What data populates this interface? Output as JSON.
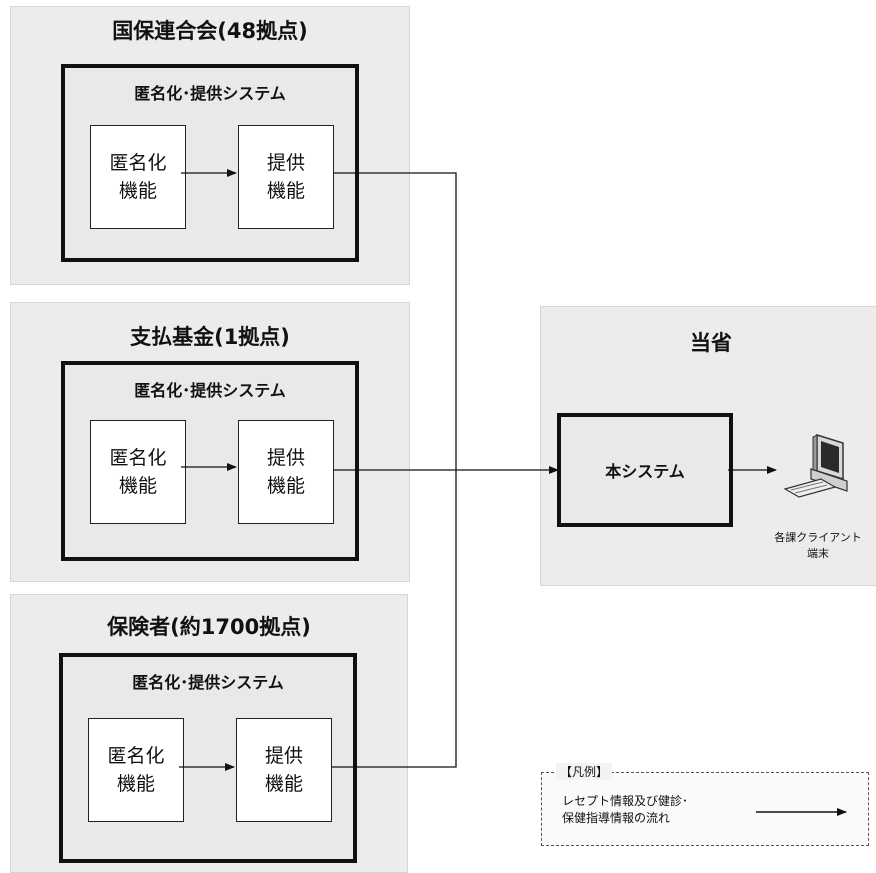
{
  "panels": [
    {
      "title": "国保連合会(48拠点)",
      "system": {
        "title": "匿名化･提供システム",
        "anon": [
          "匿名化",
          "機能"
        ],
        "provide": [
          "提供",
          "機能"
        ]
      }
    },
    {
      "title": "支払基金(1拠点)",
      "system": {
        "title": "匿名化･提供システム",
        "anon": [
          "匿名化",
          "機能"
        ],
        "provide": [
          "提供",
          "機能"
        ]
      }
    },
    {
      "title": "保険者(約1700拠点)",
      "system": {
        "title": "匿名化･提供システム",
        "anon": [
          "匿名化",
          "機能"
        ],
        "provide": [
          "提供",
          "機能"
        ]
      }
    }
  ],
  "ministry": {
    "title": "当省",
    "main_system": "本システム",
    "client_label": [
      "各課クライアント",
      "端末"
    ],
    "client_icon": "computer-icon"
  },
  "legend": {
    "title": "【凡例】",
    "text": [
      "レセプト情報及び健診･",
      "保健指導情報の流れ"
    ]
  }
}
